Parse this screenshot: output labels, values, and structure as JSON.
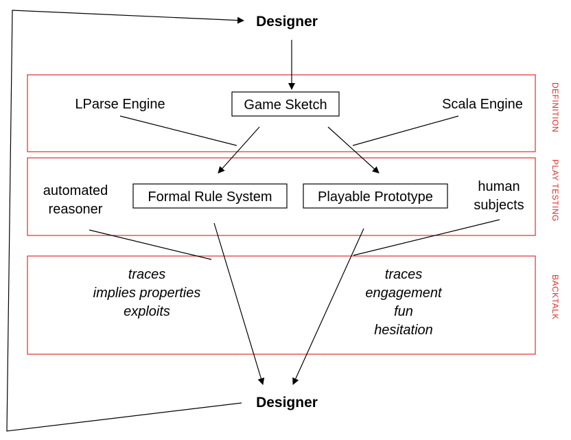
{
  "designer_top": "Designer",
  "designer_bottom": "Designer",
  "stages": {
    "definition": "DEFINITION",
    "play_testing": "PLAY TESTING",
    "backtalk": "BACKTALK"
  },
  "definition": {
    "lparse_engine": "LParse Engine",
    "game_sketch": "Game Sketch",
    "scala_engine": "Scala Engine"
  },
  "play_testing": {
    "automated_reasoner": [
      "automated",
      "reasoner"
    ],
    "formal_rule_system": "Formal Rule System",
    "playable_prototype": "Playable Prototype",
    "human_subjects": [
      "human",
      "subjects"
    ]
  },
  "backtalk": {
    "left": [
      "traces",
      "implies properties",
      "exploits"
    ],
    "right": [
      "traces",
      "engagement",
      "fun",
      "hesitation"
    ]
  },
  "colors": {
    "stage_border": "#e32b2b",
    "stage_label": "#e32b2b",
    "line": "#000000"
  }
}
